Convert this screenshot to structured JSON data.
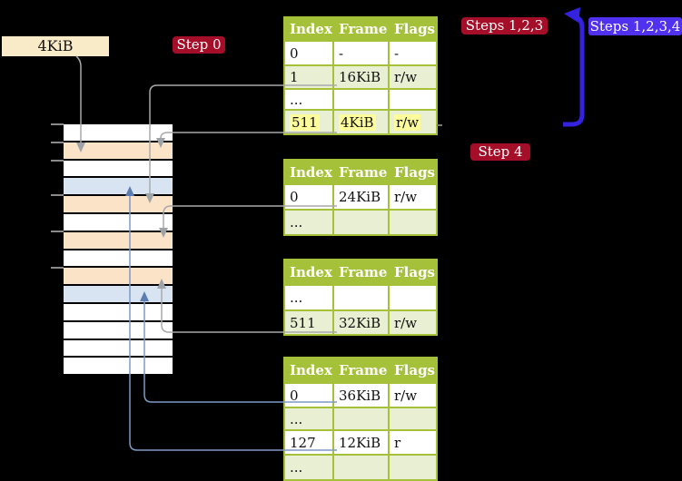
{
  "labels": {
    "frame_4kib": "4KiB",
    "step0": "Step 0",
    "steps123": "Steps 1,2,3",
    "steps1234": "Steps 1,2,3,4",
    "step4": "Step 4"
  },
  "tables": [
    {
      "name": "page-table-at-4kib",
      "headers": [
        "Index",
        "Frame",
        "Flags"
      ],
      "rows": [
        {
          "cells": [
            "0",
            "-",
            "-"
          ]
        },
        {
          "cells": [
            "1",
            "16KiB",
            "r/w"
          ]
        },
        {
          "cells": [
            "...",
            "",
            ""
          ]
        },
        {
          "cells": [
            "511",
            "4KiB",
            "r/w"
          ],
          "highlighted": true
        }
      ]
    },
    {
      "name": "page-table-at-16kib",
      "headers": [
        "Index",
        "Frame",
        "Flags"
      ],
      "rows": [
        {
          "cells": [
            "0",
            "24KiB",
            "r/w"
          ]
        },
        {
          "cells": [
            "...",
            "",
            ""
          ]
        }
      ]
    },
    {
      "name": "page-table-at-24kib",
      "headers": [
        "Index",
        "Frame",
        "Flags"
      ],
      "rows": [
        {
          "cells": [
            "...",
            "",
            ""
          ]
        },
        {
          "cells": [
            "511",
            "32KiB",
            "r/w"
          ]
        }
      ]
    },
    {
      "name": "page-table-at-32kib",
      "headers": [
        "Index",
        "Frame",
        "Flags"
      ],
      "rows": [
        {
          "cells": [
            "0",
            "36KiB",
            "r/w"
          ]
        },
        {
          "cells": [
            "...",
            "",
            ""
          ]
        },
        {
          "cells": [
            "127",
            "12KiB",
            "r"
          ]
        },
        {
          "cells": [
            "...",
            "",
            ""
          ]
        }
      ]
    }
  ],
  "memory": {
    "rows": [
      {
        "type": "free"
      },
      {
        "type": "pagetable"
      },
      {
        "type": "free"
      },
      {
        "type": "mapped-page"
      },
      {
        "type": "pagetable"
      },
      {
        "type": "free"
      },
      {
        "type": "pagetable"
      },
      {
        "type": "free"
      },
      {
        "type": "pagetable"
      },
      {
        "type": "mapped-page"
      },
      {
        "type": "free"
      },
      {
        "type": "free"
      },
      {
        "type": "free"
      },
      {
        "type": "free"
      }
    ]
  },
  "colors": {
    "cream": "#FAEBC8",
    "badge-red": "#A50E28",
    "badge-blue": "#5131F0",
    "arrow-blue": "#3522DE",
    "table-green": "#A5C13A",
    "row-green": "#E9EFD3",
    "highlight-yellow": "#FCFC9C",
    "peach": "#FBE3C8",
    "page-blue": "#D9E4F3",
    "line-gray": "#A9A9A9",
    "head-gray": "#9EA3A8",
    "line-steel": "#7E9AC6",
    "head-steel": "#5C7DB2",
    "tick-gray": "#8A8A8A"
  }
}
